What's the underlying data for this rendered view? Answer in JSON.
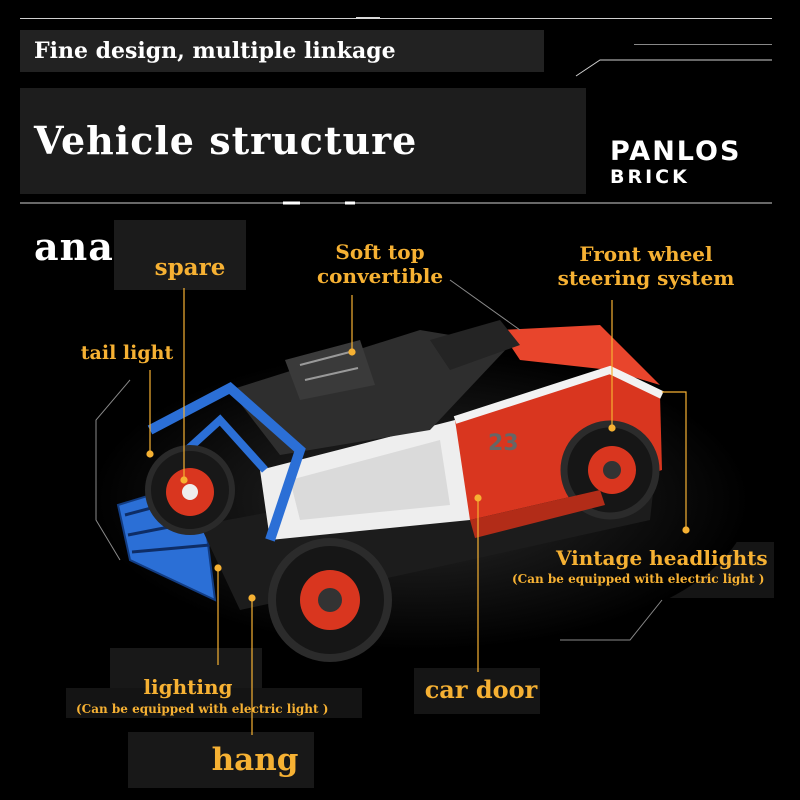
{
  "header": {
    "subtitle": "Fine design, multiple linkage",
    "title": "Vehicle structure analysis"
  },
  "brand": {
    "line1": "PANLOS",
    "line2": "BRICK"
  },
  "callouts": {
    "spare": "spare",
    "soft_top_1": "Soft top",
    "soft_top_2": "convertible",
    "front_wheel_1": "Front wheel",
    "front_wheel_2": "steering system",
    "tail_light": "tail light",
    "headlights": "Vintage headlights",
    "headlights_note": "(Can be equipped with electric light )",
    "lighting": "lighting",
    "lighting_note": "(Can be equipped with electric light )",
    "car_door": "car door",
    "hang": "hang"
  },
  "vehicle": {
    "number": "23"
  },
  "colors": {
    "accent": "#f6b133",
    "body_red": "#d9361f",
    "roll_cage_blue": "#2b6fd6"
  }
}
